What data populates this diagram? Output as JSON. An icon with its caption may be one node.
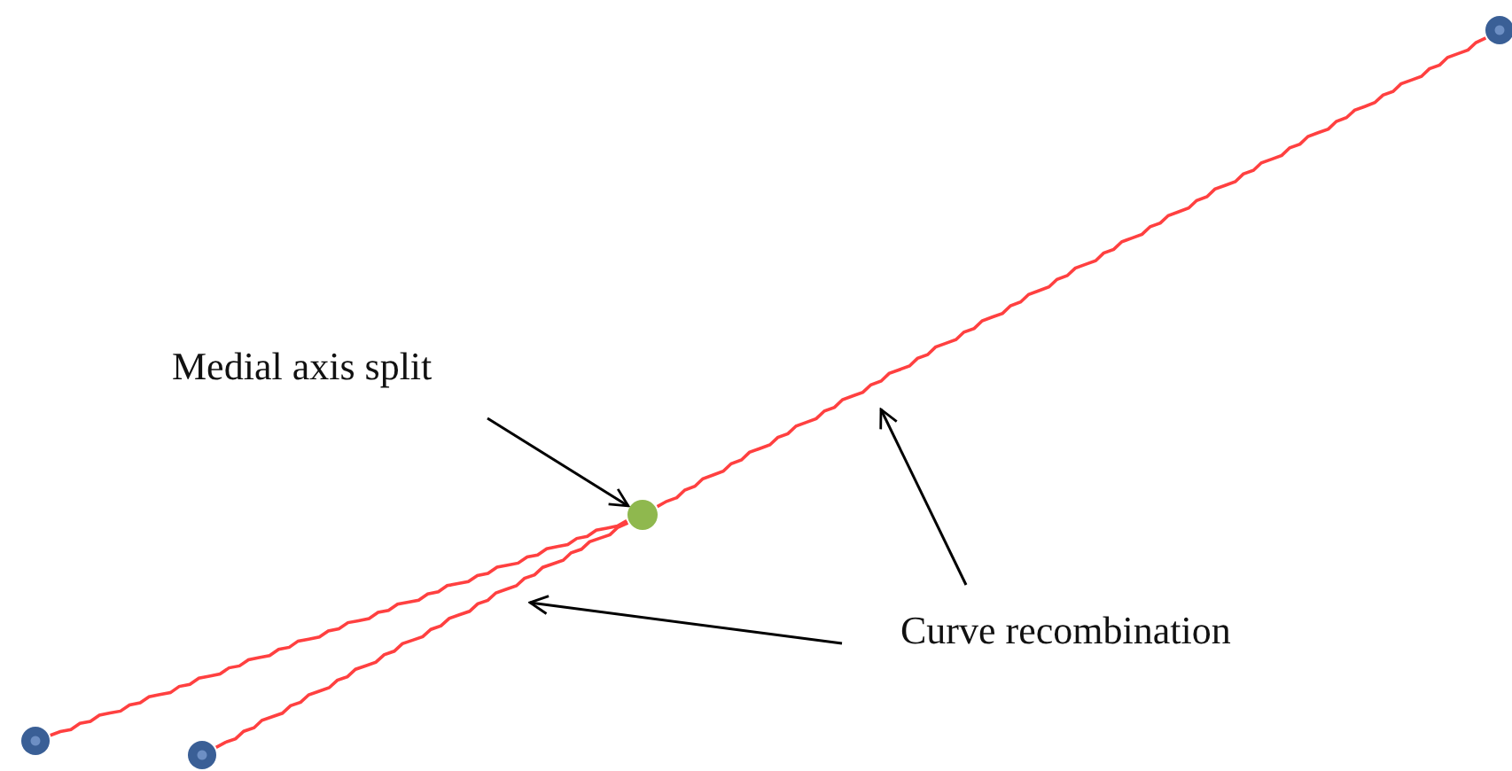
{
  "diagram": {
    "nodes": [
      {
        "text": [
          "Medial axis split"
        ]
      },
      {
        "text": [
          "Curve recombination"
        ]
      },
      {
        "text": [],
        "shape": "circle"
      },
      {
        "text": [],
        "shape": "circle"
      },
      {
        "text": [],
        "shape": "circle"
      },
      {
        "text": [],
        "shape": "circle"
      }
    ],
    "edges": [
      {
        "from": 2,
        "to": 4,
        "arrow": "none",
        "color": "#ff4040"
      },
      {
        "from": 3,
        "to": 4,
        "arrow": "none",
        "color": "#ff4040"
      },
      {
        "from": 4,
        "to": 5,
        "arrow": "none",
        "color": "#ff4040"
      },
      {
        "from": 0,
        "to": 4,
        "arrow": "to",
        "color": "#000000"
      },
      {
        "from": 1,
        "to": null,
        "arrow": "to",
        "color": "#000000"
      },
      {
        "from": 1,
        "to": null,
        "arrow": "to",
        "color": "#000000"
      }
    ]
  }
}
